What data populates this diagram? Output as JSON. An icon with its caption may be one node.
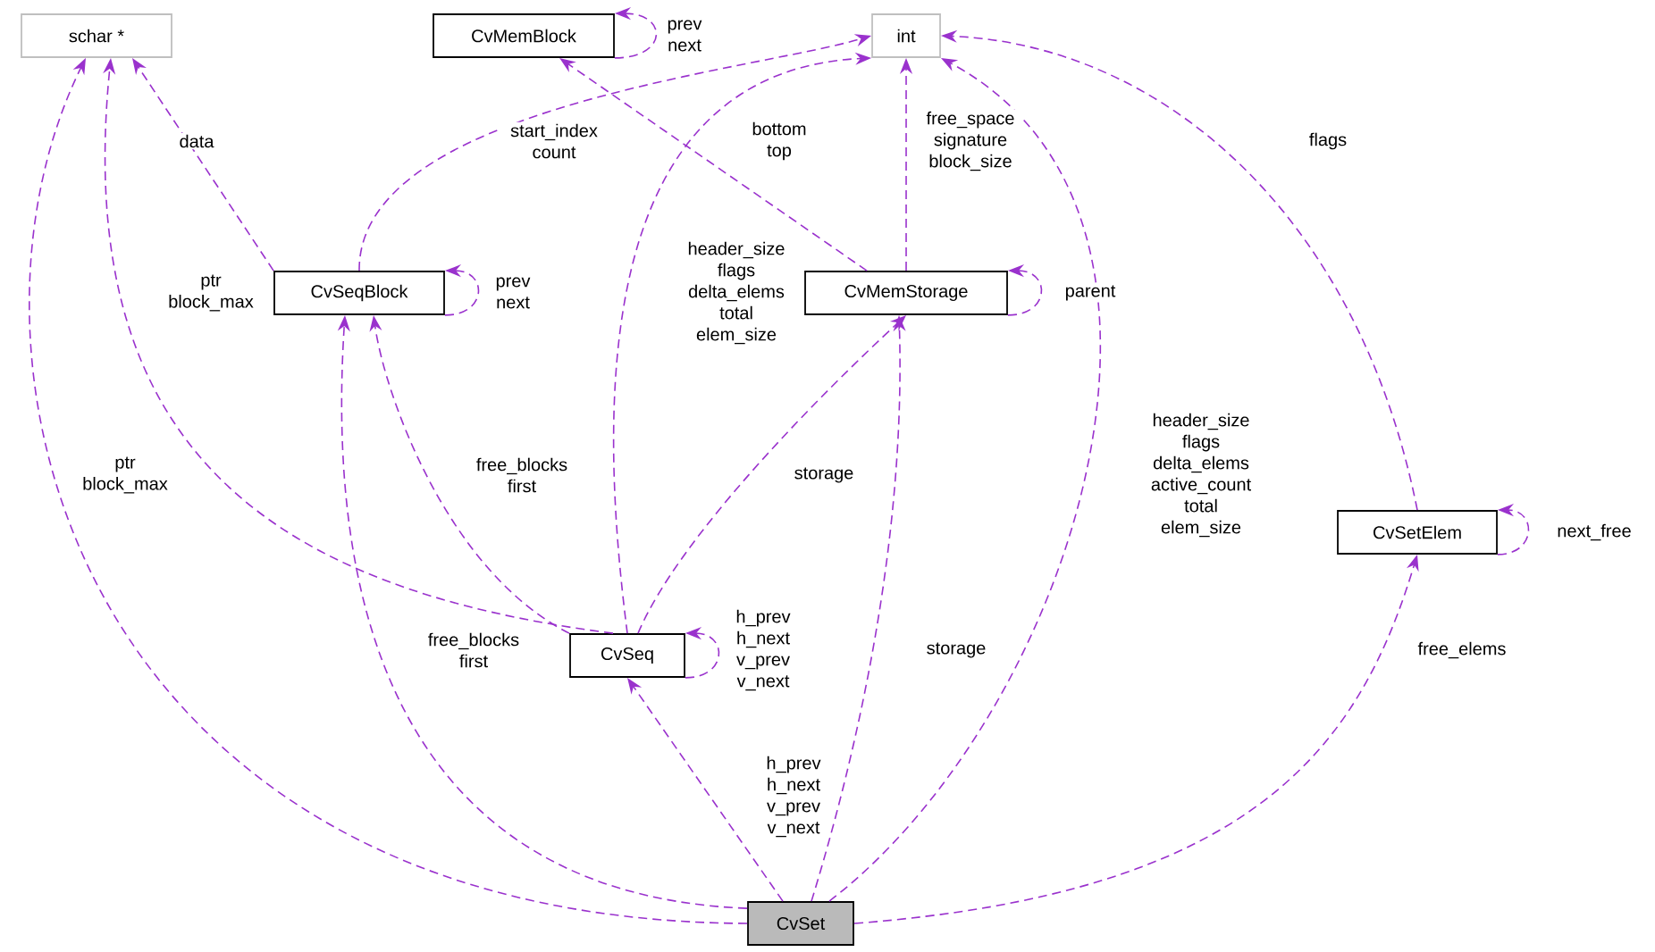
{
  "diagram": {
    "nodes": [
      {
        "text": [
          "schar *"
        ]
      },
      {
        "text": [
          "CvMemBlock"
        ]
      },
      {
        "text": [
          "int"
        ]
      },
      {
        "text": [
          "CvSeqBlock"
        ]
      },
      {
        "text": [
          "CvMemStorage"
        ]
      },
      {
        "text": [
          "CvSetElem"
        ]
      },
      {
        "text": [
          "CvSeq"
        ]
      },
      {
        "text": [
          "CvSet"
        ]
      }
    ],
    "edges": [
      {
        "from": 3,
        "to": 0,
        "arrow": "to",
        "label": "data"
      },
      {
        "from": 1,
        "to": 1,
        "arrow": "to",
        "label": "prev next"
      },
      {
        "from": 3,
        "to": 2,
        "arrow": "to",
        "label": "start_index count"
      },
      {
        "from": 4,
        "to": 1,
        "arrow": "to",
        "label": "bottom top"
      },
      {
        "from": 4,
        "to": 2,
        "arrow": "to",
        "label": "free_space signature block_size"
      },
      {
        "from": 3,
        "to": 3,
        "arrow": "to",
        "label": "prev next"
      },
      {
        "from": 4,
        "to": 4,
        "arrow": "to",
        "label": "parent"
      },
      {
        "from": 6,
        "to": 0,
        "arrow": "to",
        "label": "ptr block_max"
      },
      {
        "from": 6,
        "to": 2,
        "arrow": "to",
        "label": "header_size flags delta_elems total elem_size"
      },
      {
        "from": 6,
        "to": 3,
        "arrow": "to",
        "label": "free_blocks first"
      },
      {
        "from": 6,
        "to": 4,
        "arrow": "to",
        "label": "storage"
      },
      {
        "from": 6,
        "to": 6,
        "arrow": "to",
        "label": "h_prev h_next v_prev v_next"
      },
      {
        "from": 5,
        "to": 2,
        "arrow": "to",
        "label": "flags"
      },
      {
        "from": 5,
        "to": 5,
        "arrow": "to",
        "label": "next_free"
      },
      {
        "from": 7,
        "to": 0,
        "arrow": "to",
        "label": "ptr block_max"
      },
      {
        "from": 7,
        "to": 3,
        "arrow": "to",
        "label": "free_blocks first"
      },
      {
        "from": 7,
        "to": 6,
        "arrow": "to",
        "label": "h_prev h_next v_prev v_next"
      },
      {
        "from": 7,
        "to": 4,
        "arrow": "to",
        "label": "storage"
      },
      {
        "from": 7,
        "to": 2,
        "arrow": "to",
        "label": "header_size flags delta_elems active_count total elem_size"
      },
      {
        "from": 7,
        "to": 5,
        "arrow": "to",
        "label": "free_elems"
      }
    ]
  }
}
